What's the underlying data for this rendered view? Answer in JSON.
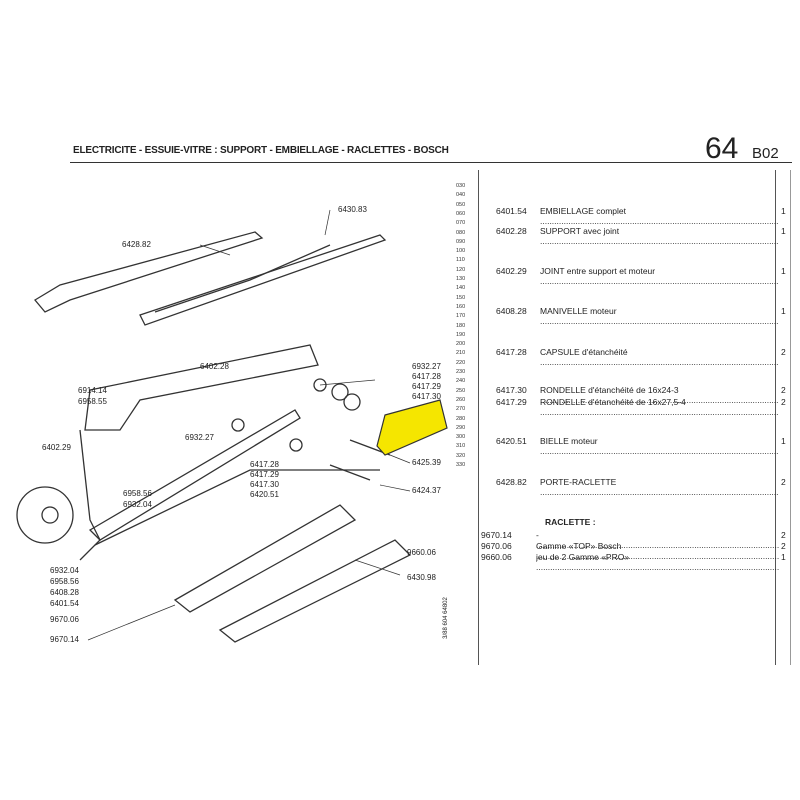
{
  "header": {
    "title": "ELECTRICITE - ESSUIE-VITRE : SUPPORT - EMBIELLAGE - RACLETTES - BOSCH",
    "page_number": "64",
    "page_section": "B02"
  },
  "scale_ticks": [
    "030",
    "040",
    "050",
    "060",
    "070",
    "080",
    "090",
    "100",
    "110",
    "120",
    "130",
    "140",
    "150",
    "160",
    "170",
    "180",
    "190",
    "200",
    "210",
    "220",
    "230",
    "240",
    "250",
    "260",
    "270",
    "280",
    "290",
    "300",
    "310",
    "320",
    "330"
  ],
  "parts": [
    {
      "ref": "6401.54",
      "desc": "EMBIELLAGE complet",
      "qty": "1"
    },
    {
      "ref": "6402.28",
      "desc": "SUPPORT avec joint",
      "qty": "1"
    },
    {
      "ref": "6402.29",
      "desc": "JOINT entre support et moteur",
      "qty": "1"
    },
    {
      "ref": "6408.28",
      "desc": "MANIVELLE moteur",
      "qty": "1"
    },
    {
      "ref": "6417.28",
      "desc": "CAPSULE d'étanchéité",
      "qty": "2"
    },
    {
      "ref": "6417.30",
      "desc": "RONDELLE d'étanchéité de 16x24-3",
      "qty": "2"
    },
    {
      "ref": "6417.29",
      "desc": "RONDELLE d'étanchéité de 16x27,5-4",
      "qty": "2"
    },
    {
      "ref": "6420.51",
      "desc": "BIELLE moteur",
      "qty": "1"
    },
    {
      "ref": "6428.82",
      "desc": "PORTE-RACLETTE",
      "qty": "2"
    }
  ],
  "raclette": {
    "heading": "RACLETTE :",
    "items": [
      {
        "ref": "9670.14",
        "desc": "-",
        "qty": "2"
      },
      {
        "ref": "9670.06",
        "desc": "Gamme «TOP» Bosch",
        "qty": "2"
      },
      {
        "ref": "9660.06",
        "desc": "jeu de 2 Gamme «PRO»",
        "qty": "1"
      }
    ]
  },
  "diagram_labels": [
    "6430.83",
    "6428.82",
    "6402.28",
    "6914.14",
    "6958.55",
    "6932.27",
    "6402.29",
    "6932.27",
    "6417.28",
    "6417.29",
    "6417.30",
    "6417.28",
    "6417.29",
    "6417.30",
    "6420.51",
    "6425.39",
    "6424.37",
    "6958.56",
    "6932.04",
    "6932.04",
    "6958.56",
    "6408.28",
    "6401.54",
    "9670.06",
    "9670.14",
    "9660.06",
    "6430.98"
  ],
  "footer_code": "3/88 604 64802",
  "highlight_color": "#f5e600"
}
